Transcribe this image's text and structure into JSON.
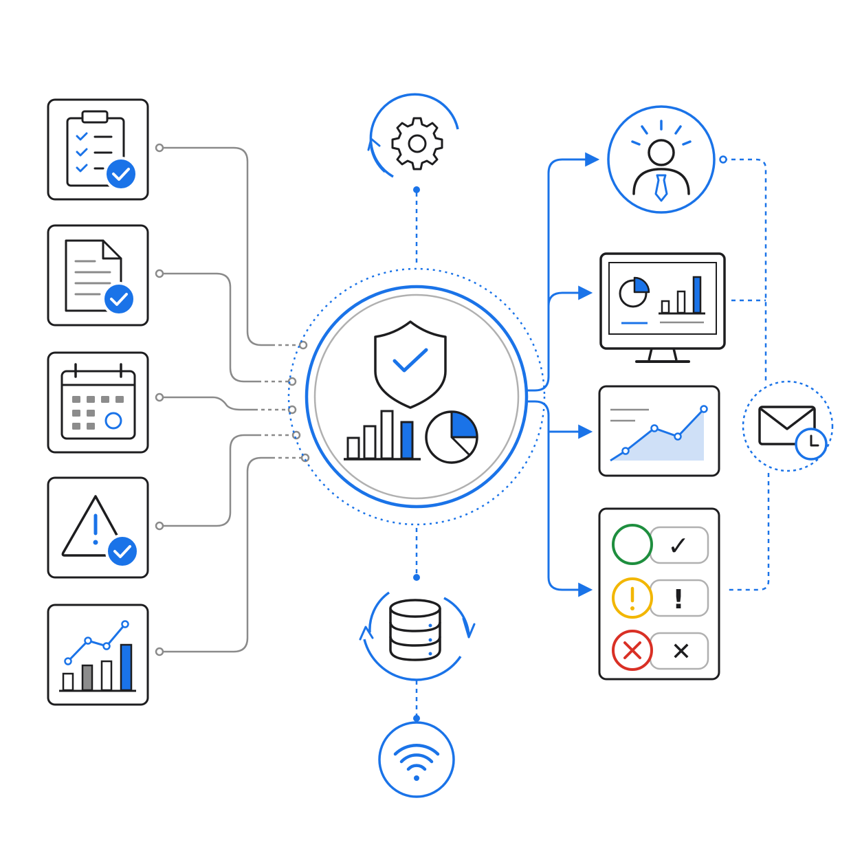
{
  "colors": {
    "accent": "#1a73e8",
    "ink": "#1d1d1f",
    "connector_gray": "#8a8a8a",
    "light_fill": "#cfe0f7",
    "status_ok": "#1e8e3e",
    "status_warn": "#f2b600",
    "status_error": "#d93025",
    "bar_gray": "#8c8c8c"
  },
  "left_inputs": [
    {
      "icon": "clipboard-checklist-icon",
      "verified": true
    },
    {
      "icon": "document-icon",
      "verified": true
    },
    {
      "icon": "calendar-icon",
      "verified": false
    },
    {
      "icon": "warning-triangle-icon",
      "verified": true
    },
    {
      "icon": "bar-line-chart-icon",
      "verified": false
    }
  ],
  "center_hub": {
    "icons": [
      "shield-check-icon",
      "bar-chart-icon",
      "pie-chart-icon"
    ]
  },
  "top_node": {
    "icon": "gear-icon"
  },
  "bottom_nodes": [
    {
      "icon": "database-icon"
    },
    {
      "icon": "wifi-icon"
    }
  ],
  "right_outputs": [
    {
      "icon": "person-idea-icon"
    },
    {
      "icon": "monitor-dashboard-icon"
    },
    {
      "icon": "area-trend-chart-icon"
    },
    {
      "icon": "status-checklist-icon",
      "statuses": [
        "ok",
        "warning",
        "error"
      ]
    }
  ],
  "side_node": {
    "icon": "email-clock-icon"
  },
  "status_marks": {
    "ok": "✓",
    "warning": "!",
    "error": "✕"
  }
}
